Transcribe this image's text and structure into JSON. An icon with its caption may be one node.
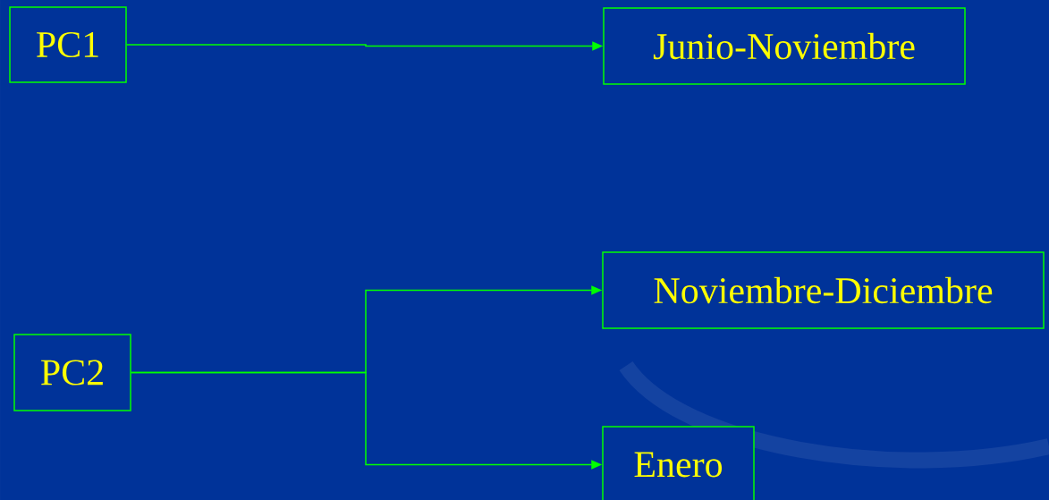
{
  "diagram": {
    "nodes": [
      {
        "text": [
          "PC1"
        ]
      },
      {
        "text": [
          "Junio-Noviembre"
        ]
      },
      {
        "text": [
          "PC2"
        ]
      },
      {
        "text": [
          "Noviembre-Diciembre"
        ]
      },
      {
        "text": [
          "Enero"
        ]
      }
    ],
    "edges": [
      {
        "from": 0,
        "to": 1,
        "arrow": "to"
      },
      {
        "from": 2,
        "to": 3,
        "arrow": "to"
      },
      {
        "from": 2,
        "to": 4,
        "arrow": "to"
      }
    ]
  }
}
